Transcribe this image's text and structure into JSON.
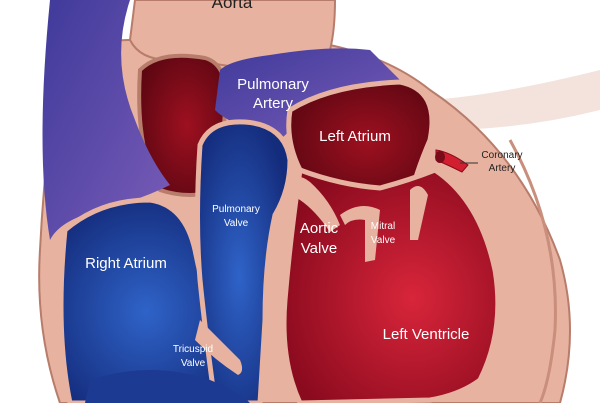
{
  "labels": {
    "aorta": "Aorta",
    "pulmonary_artery": [
      "Pulmonary",
      "Artery"
    ],
    "left_atrium": "Left Atrium",
    "coronary_artery": [
      "Coronary",
      "Artery"
    ],
    "pulmonary_valve": [
      "Pulmonary",
      "Valve"
    ],
    "aortic_valve": [
      "Aortic",
      "Valve"
    ],
    "mitral_valve": [
      "Mitral",
      "Valve"
    ],
    "right_atrium": "Right Atrium",
    "tricuspid_valve": [
      "Tricuspid",
      "Valve"
    ],
    "left_ventricle": "Left Ventricle"
  },
  "colors": {
    "background": "#ffffff",
    "tissue": "#e7b2a0",
    "tissue_dark": "#c98e7c",
    "deoxygenated_blue": "#1f3f9a",
    "vein_purple": "#5b3f9d",
    "oxygenated_red": "#b4122a",
    "coronary_red": "#d21f2f"
  }
}
